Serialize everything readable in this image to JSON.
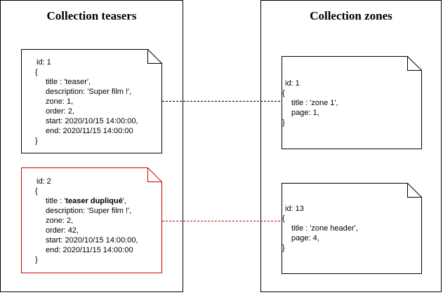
{
  "colors": {
    "red": "#cc0000",
    "black": "#000000"
  },
  "left_panel": {
    "title": "Collection teasers"
  },
  "right_panel": {
    "title": "Collection zones"
  },
  "notes": {
    "teaser1": {
      "lines": [
        {
          "ind": 2,
          "parts": [
            {
              "t": "id: 1"
            }
          ]
        },
        {
          "ind": 0,
          "parts": [
            {
              "t": "{"
            }
          ]
        },
        {
          "ind": 15,
          "parts": [
            {
              "t": "title : 'teaser',"
            }
          ]
        },
        {
          "ind": 15,
          "parts": [
            {
              "t": "description: 'Super film !',"
            }
          ]
        },
        {
          "ind": 15,
          "parts": [
            {
              "t": "zone: 1,"
            }
          ]
        },
        {
          "ind": 15,
          "parts": [
            {
              "t": "order: 2,"
            }
          ]
        },
        {
          "ind": 15,
          "parts": [
            {
              "t": "start: 2020/10/15 14:00:00,"
            }
          ]
        },
        {
          "ind": 15,
          "parts": [
            {
              "t": "end: 2020/11/15 14:00:00"
            }
          ]
        },
        {
          "ind": 0,
          "parts": [
            {
              "t": "}"
            }
          ]
        }
      ]
    },
    "teaser2": {
      "lines": [
        {
          "ind": 2,
          "parts": [
            {
              "t": "id: 2"
            }
          ]
        },
        {
          "ind": 0,
          "parts": [
            {
              "t": "{"
            }
          ]
        },
        {
          "ind": 15,
          "parts": [
            {
              "t": "title : '"
            },
            {
              "t": "teaser dupliqué",
              "b": true
            },
            {
              "t": "',"
            }
          ]
        },
        {
          "ind": 15,
          "parts": [
            {
              "t": "description: 'Super film !',"
            }
          ]
        },
        {
          "ind": 15,
          "parts": [
            {
              "t": "zone: 2,"
            }
          ]
        },
        {
          "ind": 15,
          "parts": [
            {
              "t": "order: 42,"
            }
          ]
        },
        {
          "ind": 15,
          "parts": [
            {
              "t": "start: 2020/10/15 14:00:00,"
            }
          ]
        },
        {
          "ind": 15,
          "parts": [
            {
              "t": "end: 2020/11/15 14:00:00"
            }
          ]
        },
        {
          "ind": 0,
          "parts": [
            {
              "t": "}"
            }
          ]
        }
      ]
    },
    "zone1": {
      "lines": [
        {
          "ind": 4,
          "parts": [
            {
              "t": "id: 1"
            }
          ]
        },
        {
          "ind": 0,
          "parts": [
            {
              "t": "{"
            }
          ]
        },
        {
          "ind": 13,
          "parts": [
            {
              "t": "title : 'zone 1',"
            }
          ]
        },
        {
          "ind": 13,
          "parts": [
            {
              "t": "page: 1,"
            }
          ]
        },
        {
          "ind": 0,
          "parts": [
            {
              "t": "}"
            }
          ]
        }
      ]
    },
    "zone2": {
      "lines": [
        {
          "ind": 4,
          "parts": [
            {
              "t": "id: 13"
            }
          ]
        },
        {
          "ind": 0,
          "parts": [
            {
              "t": "{"
            }
          ]
        },
        {
          "ind": 13,
          "parts": [
            {
              "t": "title : 'zone header',"
            }
          ]
        },
        {
          "ind": 13,
          "parts": [
            {
              "t": "page: 4,"
            }
          ]
        },
        {
          "ind": 0,
          "parts": [
            {
              "t": "}"
            }
          ]
        }
      ]
    }
  }
}
